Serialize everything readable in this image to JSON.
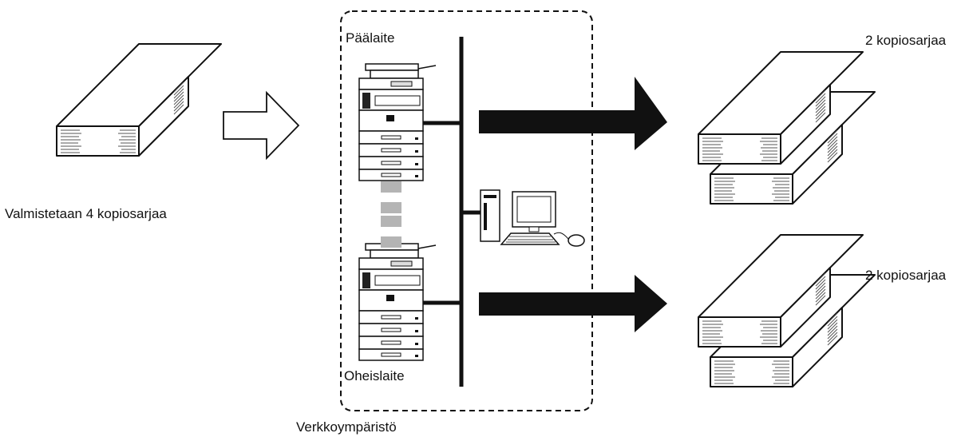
{
  "labels": {
    "source_caption": "Valmistetaan 4 kopiosarjaa",
    "main_device": "Päälaite",
    "sub_device": "Oheislaite",
    "network": "Verkkoympäristö",
    "output_top": "2 kopiosarjaa",
    "output_bottom": "2 kopiosarjaa"
  },
  "colors": {
    "stroke": "#111111",
    "dash_gray": "#b4b4b4",
    "fill": "#ffffff"
  },
  "icons": [
    "paper-stack-icon",
    "outline-arrow-icon",
    "copier-icon",
    "computer-icon",
    "solid-arrow-icon"
  ]
}
